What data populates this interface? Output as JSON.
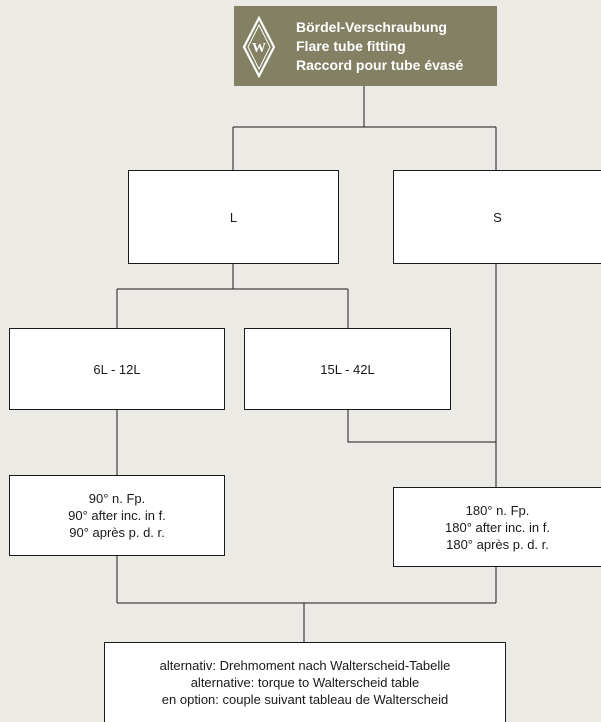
{
  "header": {
    "logo_icon": "walterscheid-w-diamond-logo",
    "title_lines": [
      "Bördel-Verschraubung",
      "Flare tube fitting",
      "Raccord pour tube évasé"
    ]
  },
  "nodes": {
    "series_l": "L",
    "series_s": "S",
    "size_small": "6L - 12L",
    "size_large": "15L - 42L",
    "angle_90": [
      "90° n. Fp.",
      "90° after inc. in f.",
      "90° après p. d. r."
    ],
    "angle_180": [
      "180° n. Fp.",
      "180° after inc. in f.",
      "180° après p. d. r."
    ],
    "alternative": [
      "alternativ: Drehmoment nach Walterscheid-Tabelle",
      "alternative: torque to Walterscheid table",
      "en option: couple suivant tableau de Walterscheid"
    ]
  },
  "colors": {
    "background": "#eceae5",
    "header_fill": "#838063",
    "box_fill": "#ffffff",
    "line": "#1a1a1a"
  }
}
